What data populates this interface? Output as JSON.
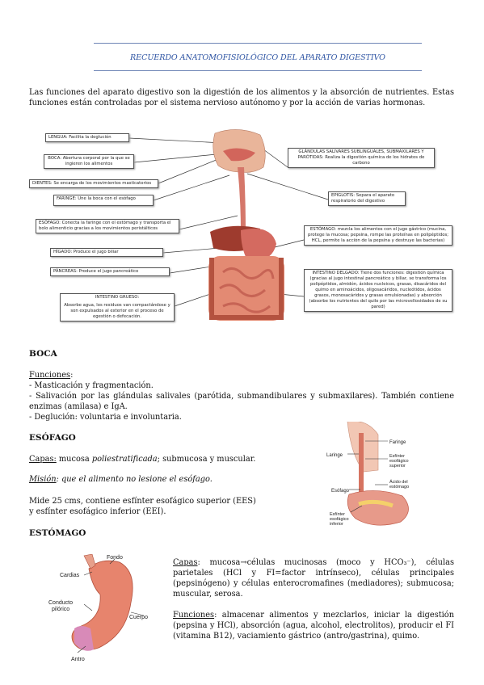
{
  "header": {
    "title": "RECUERDO ANATOMOFISIOLÓGICO DEL APARATO DIGESTIVO"
  },
  "intro": "Las funciones del aparato digestivo son la digestión de los alimentos y la absorción de nutrientes. Estas funciones están controladas por el sistema nervioso autónomo y por la acción de varias hormonas.",
  "diagram": {
    "lengua": "LENGUA: Facilita la deglución",
    "boca": "BOCA: Abertura corporal por la que se ingieren los alimentos",
    "dientes": "DIENTES: Se encarga de los movimientos masticatorios",
    "faringe": "FARINGE: Une la boca con el esófago",
    "esofago": "ESÓFAGO: Conecta la faringe con el estómago y transporta el bolo alimenticio gracias a los movimientos peristálticos",
    "higado": "HÍGADO: Produce el jugo biliar",
    "pancreas": "PÁNCREAS: Produce el jugo pancreático",
    "intestino_grueso_title": "INTESTINO GRUESO:",
    "intestino_grueso": "Absorbe agua, los residuos van compactándose y son expulsados al exterior en el proceso de egestión o defecación.",
    "glandulas": "GLÁNDULAS SALIVARES SUBLINGUALES, SUBMAXILARES Y PARÓTIDAS: Realiza la digestión química de los hidratos de carbono",
    "epiglotis": "EPIGLOTIS: Separa el aparato respiratorio del digestivo",
    "estomago": "ESTÓMAGO: mezcla los alimentos con el jugo gástrico (mucina, protege la mucosa; pepsina, rompe las proteínas en polipéptidos; HCL, permite la acción de la pepsina y destruye las bacterias)",
    "intestino_delgado": "INTESTINO DELGADO: Tiene dos funciones: digestión química (gracias al jugo intestinal pancreático y biliar, se transforma los polipéptidos, almidón, ácidos nucleicos, grasas, disacáridos del quimo en aminoácidos, oligosacáridos, nucleótidos, ácidos grasos, monosacáridos y grasas emulsionadas) y absorción (absorbe los nutrientes del quilo por las microvellosidades de su pared)"
  },
  "boca": {
    "heading": "BOCA",
    "funciones_label": "Funciones",
    "items": [
      "- Masticación y fragmentación.",
      "- Salivación por las glándulas salivales (parótida, submandibulares y submaxilares). También contiene enzimas (amilasa) e IgA.",
      "- Deglución: voluntaria e involuntaria."
    ]
  },
  "esofago": {
    "heading": "ESÓFAGO",
    "capas_label": "Capas:",
    "capas_pre": " mucosa ",
    "capas_it": "poliestratificada",
    "capas_post": "; submucosa y muscular.",
    "mision_label": "Misión",
    "mision_text": ": que el alimento no lesione el esófago.",
    "mide1": "Mide 25 cms, contiene esfínter esofágico superior (EES)",
    "mide2": "y esfínter esofágico inferior (EEI).",
    "fig": {
      "faringe": "Faringe",
      "laringe": "Laringe",
      "ees1": "Esfínter",
      "ees2": "esofágico",
      "ees3": "superior",
      "esofago": "Esófago",
      "acido1": "Ácido del",
      "acido2": "estómago",
      "eei1": "Esfínter",
      "eei2": "esofágico",
      "eei3": "inferior"
    }
  },
  "estomago": {
    "heading": "ESTÓMAGO",
    "capas_label": "Capas",
    "capas_text": ": mucosa→células mucinosas (moco y HCO₃⁻), células parietales (HCl y FI=factor intrínseco), células principales (pepsinógeno) y células enterocromafines (mediadores); submucosa; muscular, serosa.",
    "funciones_label": "Funciones",
    "funciones_text": ": almacenar alimentos y mezclarlos, iniciar la digestión (pepsina y HCl), absorción (agua, alcohol, electrolitos), producir el FI (vitamina B12), vaciamiento gástrico (antro/gastrina), quimo.",
    "fig": {
      "fondo": "Fondo",
      "cardias": "Cardias",
      "conducto1": "Conducto",
      "conducto2": "pilórico",
      "cuerpo": "Cuerpo",
      "antro": "Antro"
    }
  }
}
